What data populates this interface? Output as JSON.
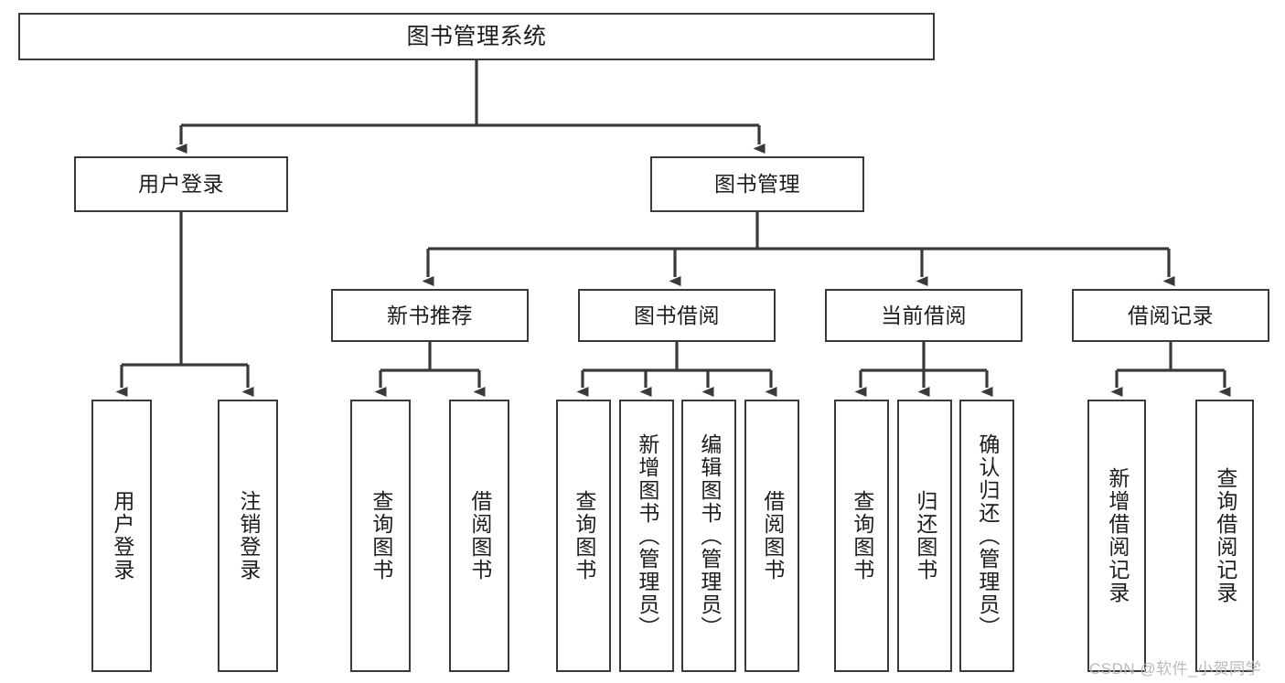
{
  "diagram": {
    "title": "图书管理系统",
    "type": "tree-hierarchy-functional-structure",
    "root": {
      "label": "图书管理系统"
    },
    "level2": [
      {
        "label": "用户登录"
      },
      {
        "label": "图书管理"
      }
    ],
    "level3": [
      {
        "label": "新书推荐"
      },
      {
        "label": "图书借阅"
      },
      {
        "label": "当前借阅"
      },
      {
        "label": "借阅记录"
      }
    ],
    "leaves": {
      "user_login": [
        {
          "label": "用户登录"
        },
        {
          "label": "注销登录"
        }
      ],
      "new_book_recommend": [
        {
          "label": "查询图书"
        },
        {
          "label": "借阅图书"
        }
      ],
      "book_borrow": [
        {
          "label": "查询图书"
        },
        {
          "label": "新增图书（管理员）"
        },
        {
          "label": "编辑图书（管理员）"
        },
        {
          "label": "借阅图书"
        }
      ],
      "current_borrow": [
        {
          "label": "查询图书"
        },
        {
          "label": "归还图书"
        },
        {
          "label": "确认归还（管理员）"
        }
      ],
      "borrow_record": [
        {
          "label": "新增借阅记录"
        },
        {
          "label": "查询借阅记录"
        }
      ]
    }
  },
  "watermark": {
    "text": "CSDN @软件_小贺同学"
  },
  "colors": {
    "stroke": "#3a3a3a",
    "text": "#1d1d1d",
    "background": "#ffffff",
    "watermark": "#b9b9b9"
  }
}
